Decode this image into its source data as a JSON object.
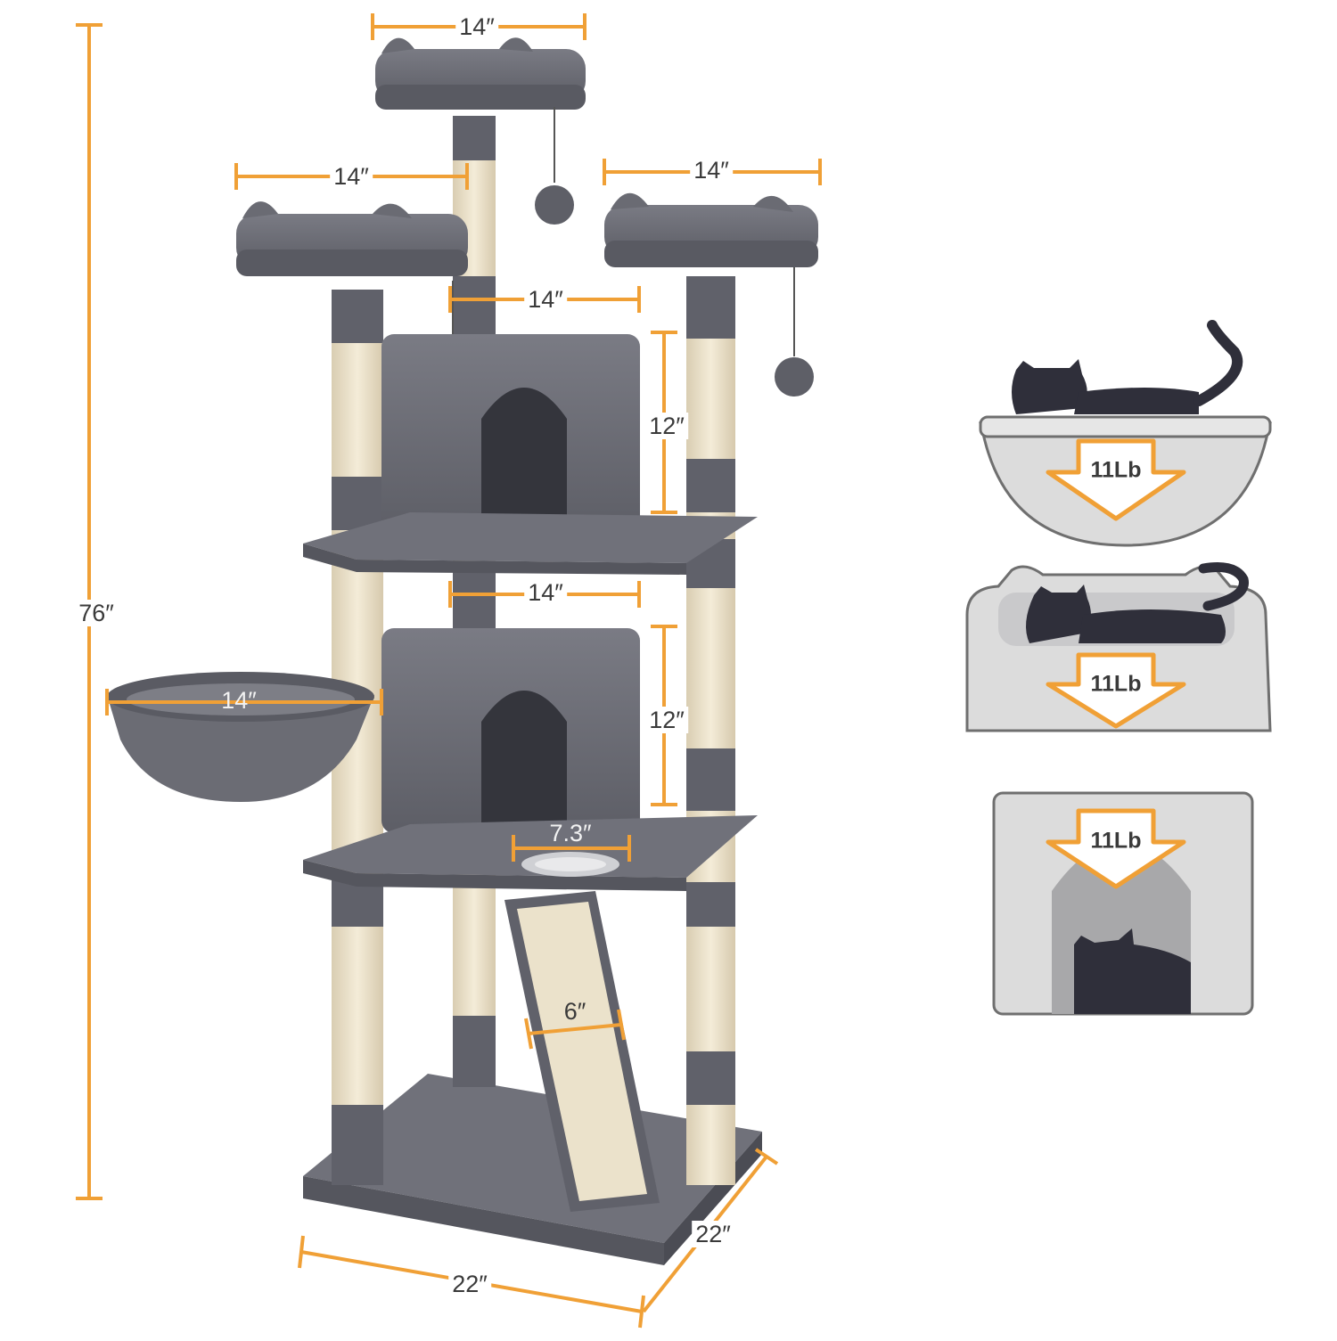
{
  "colors": {
    "accent": "#f0a036",
    "fur": "#6e6f78",
    "fur_dark": "#55565e",
    "sisal": "#ede3cc",
    "panel_bg": "#dcdcdc",
    "cat": "#2f2f3a"
  },
  "dimensions": {
    "total_height": "76″",
    "top_perch_width": "14″",
    "left_perch_width": "14″",
    "right_perch_width": "14″",
    "upper_condo_width": "14″",
    "upper_condo_height": "12″",
    "lower_condo_width": "14″",
    "lower_condo_height": "12″",
    "basket_width": "14″",
    "bowl_width": "7.3″",
    "ramp_width": "6″",
    "base_width": "22″",
    "base_depth": "22″"
  },
  "load_panels": [
    {
      "icon": "cat-on-perch-icon",
      "label": "11Lb"
    },
    {
      "icon": "cat-in-bed-icon",
      "label": "11Lb"
    },
    {
      "icon": "cat-in-condo-icon",
      "label": "11Lb"
    }
  ]
}
